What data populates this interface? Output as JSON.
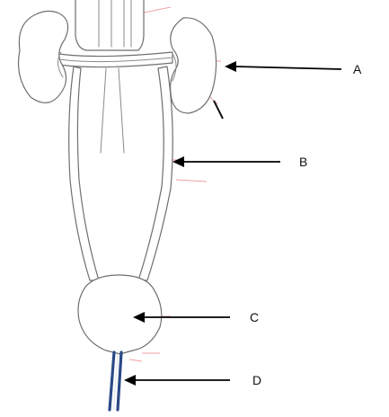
{
  "labels": {
    "a": "A",
    "b": "B",
    "c": "C",
    "d": "D"
  },
  "colors": {
    "outline": "#6f6f6f",
    "urethra": "#2a4a86",
    "arrow": "#000000",
    "marks": "#f0a2a2"
  }
}
